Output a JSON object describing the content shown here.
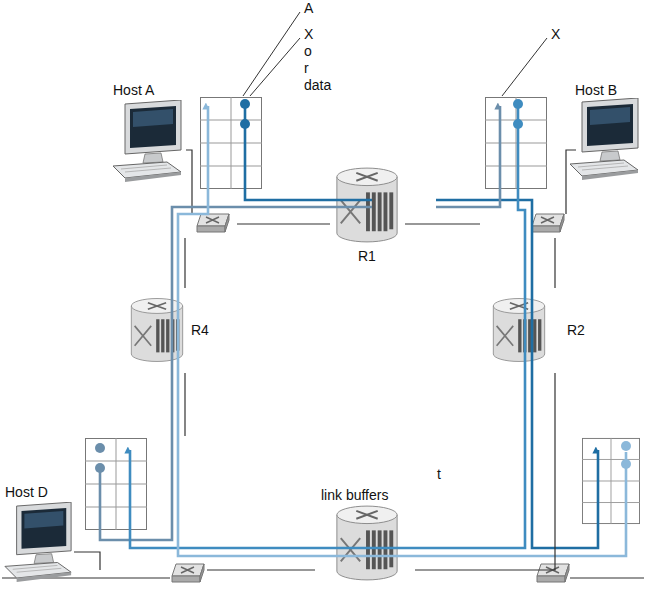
{
  "diagram": {
    "nodes": [
      {
        "text": [
          "Host A"
        ]
      },
      {
        "text": [
          "R1"
        ]
      },
      {
        "text": [
          "Host B"
        ]
      },
      {
        "text": [
          "R4"
        ]
      },
      {
        "text": [
          "R2"
        ]
      },
      {
        "text": [
          "Host D"
        ]
      },
      {
        "text": [
          "link buffers"
        ]
      }
    ],
    "edges": [
      {
        "from": 0,
        "to": 1,
        "arrow": "none"
      },
      {
        "from": 1,
        "to": 2,
        "arrow": "none"
      },
      {
        "from": 2,
        "to": 4,
        "arrow": "none"
      },
      {
        "from": 4,
        "to": 6,
        "arrow": "none"
      },
      {
        "from": 6,
        "to": 5,
        "arrow": "none"
      },
      {
        "from": 5,
        "to": 3,
        "arrow": "none"
      },
      {
        "from": 3,
        "to": 0,
        "arrow": "none"
      }
    ],
    "labels": [
      "A",
      "X",
      "o",
      "r",
      "data",
      "X",
      "t"
    ]
  }
}
